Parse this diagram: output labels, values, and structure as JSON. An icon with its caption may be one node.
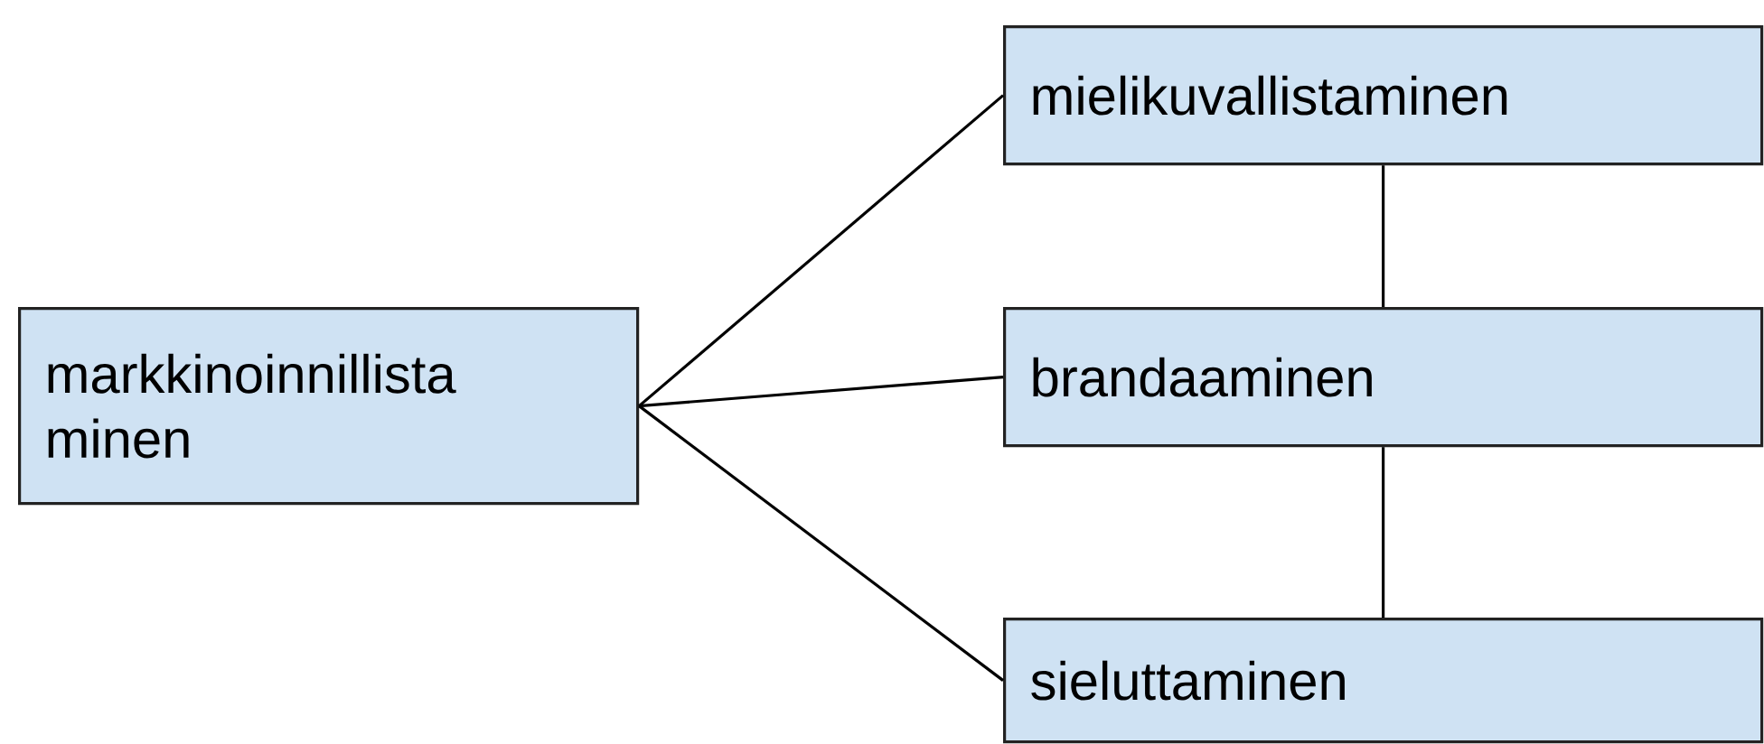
{
  "diagram": {
    "nodes": [
      {
        "text": [
          "markkinoinnillista minen"
        ]
      },
      {
        "text": [
          "mielikuvallistaminen"
        ]
      },
      {
        "text": [
          "brandaaminen"
        ]
      },
      {
        "text": [
          "sieluttaminen"
        ]
      }
    ],
    "edges": [
      {
        "from": 0,
        "to": 1,
        "arrow": "none"
      },
      {
        "from": 0,
        "to": 2,
        "arrow": "none"
      },
      {
        "from": 0,
        "to": 3,
        "arrow": "none"
      },
      {
        "from": 1,
        "to": 2,
        "arrow": "none"
      },
      {
        "from": 2,
        "to": 3,
        "arrow": "none"
      }
    ]
  }
}
